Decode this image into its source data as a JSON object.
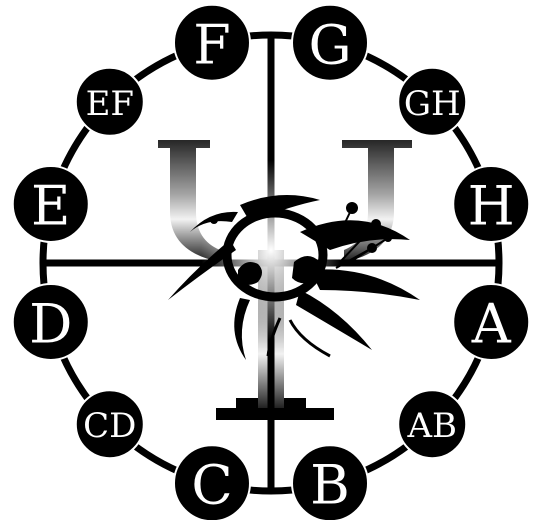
{
  "diagram": {
    "emblem": {
      "icon": "psi-symbol-with-bird-and-thistle-wreath"
    },
    "notes": [
      {
        "label": "F"
      },
      {
        "label": "G"
      },
      {
        "label": "GH"
      },
      {
        "label": "H"
      },
      {
        "label": "A"
      },
      {
        "label": "AB"
      },
      {
        "label": "B"
      },
      {
        "label": "C"
      },
      {
        "label": "CD"
      },
      {
        "label": "D"
      },
      {
        "label": "E"
      },
      {
        "label": "EF"
      }
    ],
    "colors": {
      "ink": "#000000",
      "paper": "#ffffff"
    }
  }
}
